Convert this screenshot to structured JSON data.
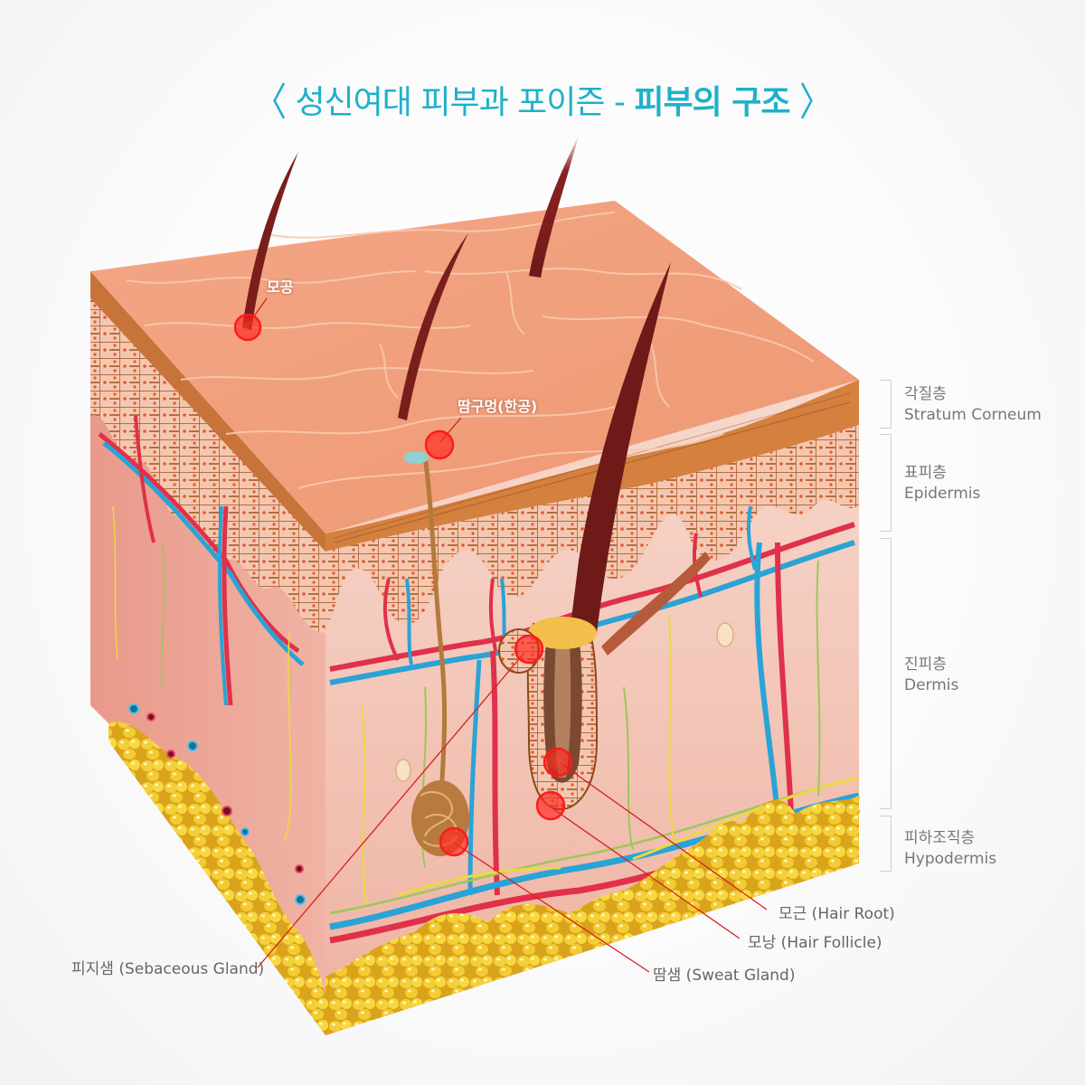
{
  "title": {
    "open_bracket": "〈",
    "prefix": "성신여대 피부과 포이즌 - ",
    "emphasis": "피부의 구조",
    "close_bracket": "〉",
    "color": "#1fb1c9"
  },
  "pins": [
    {
      "id": "pore",
      "label": "모공"
    },
    {
      "id": "sweat-pore",
      "label": "땀구멍(한공)"
    }
  ],
  "layers": [
    {
      "ko": "각질층",
      "en": "Stratum Corneum"
    },
    {
      "ko": "표피층",
      "en": "Epidermis"
    },
    {
      "ko": "진피층",
      "en": "Dermis"
    },
    {
      "ko": "피하조직층",
      "en": "Hypodermis"
    }
  ],
  "callouts": [
    {
      "id": "hair-root",
      "label": "모근 (Hair Root)"
    },
    {
      "id": "hair-follicle",
      "label": "모낭 (Hair Follicle)"
    },
    {
      "id": "sweat-gland",
      "label": "땀샘 (Sweat Gland)"
    },
    {
      "id": "sebaceous-gland",
      "label": "피지샘 (Sebaceous Gland)"
    }
  ],
  "colors": {
    "marker_red": "#ff1a1a",
    "leader_line": "#d8201f",
    "skin_top": "#f0a07f",
    "epidermis": "#d8844a",
    "dermis": "#f2c2b2",
    "fat": "#f2c830",
    "artery": "#e0304a",
    "vein": "#2aa3d6",
    "nerve_yellow": "#ecd940",
    "nerve_green": "#9cc75a",
    "hair": "#7a1e1c",
    "label_gray": "#777777"
  }
}
